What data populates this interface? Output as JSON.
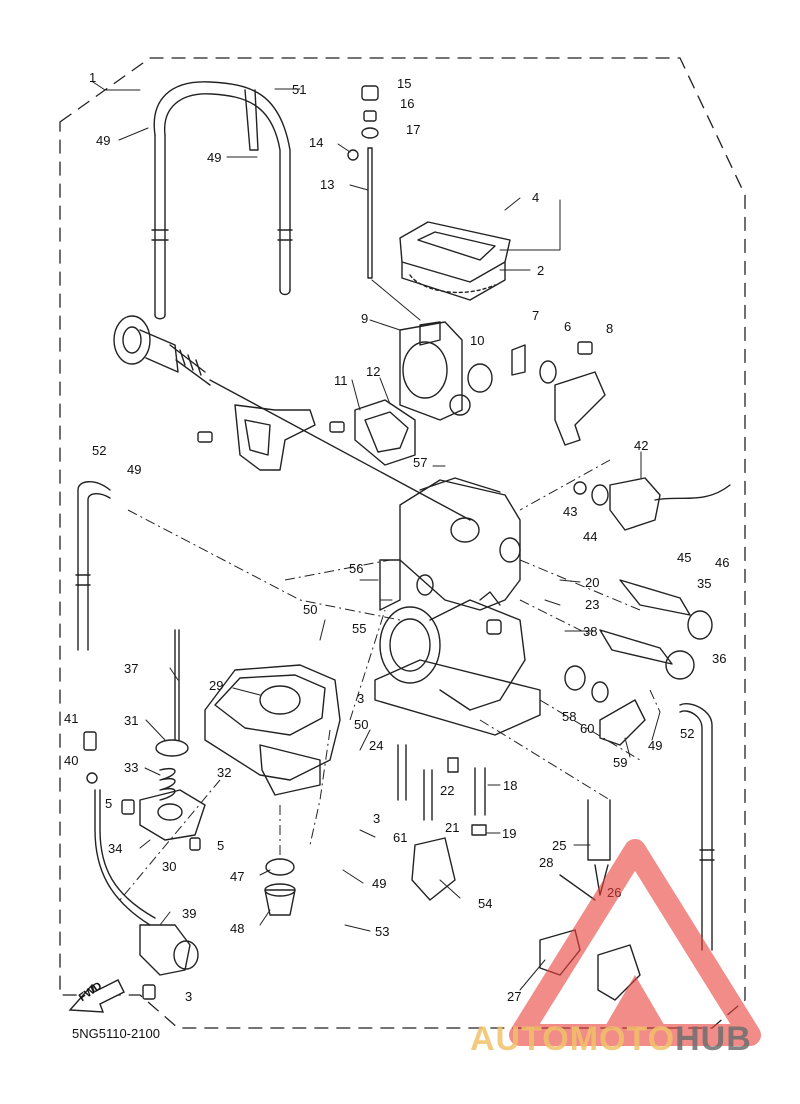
{
  "diagram": {
    "drawing_code": "5NG5110-2100",
    "fwd_label": "FWD",
    "callouts": {
      "p1": "1",
      "p2": "2",
      "p3a": "3",
      "p3b": "3",
      "p3c": "3",
      "p4": "4",
      "p5a": "5",
      "p5b": "5",
      "p6": "6",
      "p7": "7",
      "p8": "8",
      "p9": "9",
      "p10": "10",
      "p11": "11",
      "p12": "12",
      "p13": "13",
      "p14": "14",
      "p15": "15",
      "p16": "16",
      "p17": "17",
      "p18": "18",
      "p19": "19",
      "p20": "20",
      "p21": "21",
      "p22": "22",
      "p23": "23",
      "p24": "24",
      "p25": "25",
      "p26": "26",
      "p27": "27",
      "p28": "28",
      "p29": "29",
      "p30": "30",
      "p31": "31",
      "p32": "32",
      "p33": "33",
      "p34": "34",
      "p35": "35",
      "p36": "36",
      "p37": "37",
      "p38": "38",
      "p39": "39",
      "p40": "40",
      "p41": "41",
      "p42": "42",
      "p43": "43",
      "p44": "44",
      "p45": "45",
      "p46": "46",
      "p47": "47",
      "p48": "48",
      "p49a": "49",
      "p49b": "49",
      "p49c": "49",
      "p49d": "49",
      "p49e": "49",
      "p50a": "50",
      "p50b": "50",
      "p51": "51",
      "p52a": "52",
      "p52b": "52",
      "p53": "53",
      "p54": "54",
      "p55": "55",
      "p56": "56",
      "p57": "57",
      "p58": "58",
      "p59": "59",
      "p60": "60",
      "p61": "61"
    }
  },
  "watermark": {
    "word1": "AUTO",
    "word2": "MOTO",
    "word3": "HUB",
    "colors": {
      "triangle": "#e8403a",
      "accent": "#f2c26a",
      "grey": "#6f6f6f"
    }
  }
}
